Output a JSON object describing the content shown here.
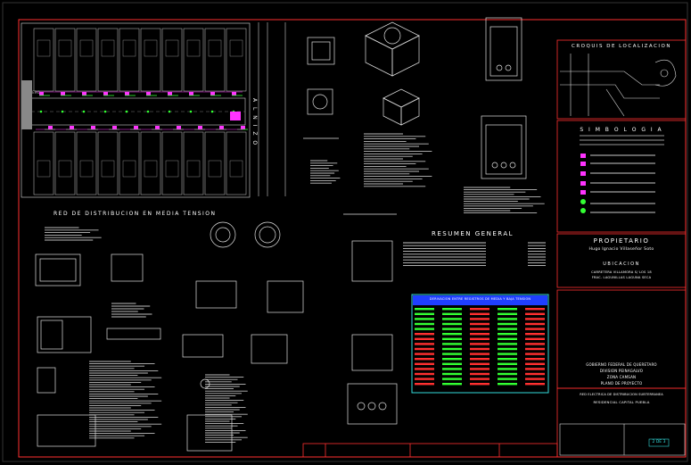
{
  "drawing": {
    "main_plan_title": "RED DE DISTRIBUCION EN MEDIA TENSION",
    "street_label": "A L N I Z O",
    "resumen_title": "RESUMEN GENERAL",
    "table_title": "DERIVACION ENTRE REGISTROS DE MEDIA Y BAJA TENSION"
  },
  "right_panel": {
    "croquis_title": "CROQUIS DE LOCALIZACION",
    "simbologia_title": "S I M B O L O G I A",
    "propietario_title": "PROPIETARIO",
    "propietario_name": "Hugo Ignacio Villaseñor Soto",
    "ubicacion_title": "UBICACION",
    "ubicacion_text_1": "CARRETERA VILLAMORA S/ LOS 18",
    "ubicacion_text_2": "FRAC. LAGUNILLAS LAGUNA SECA",
    "gobierno_1": "GOBIERNO FEDERAL DE QUERETARO",
    "gobierno_2": "DIVISION PEINAGALVO",
    "gobierno_3": "ZONA CAMSAN",
    "gobierno_4": "PLANO DE PROYECTO",
    "red_line": "RED ELECTRICA DE DISTRIBUCION SUBTERRANEA",
    "residencial": "RESIDENCIAL CAPITAL PUEBLA",
    "sheet_num": "2 DE 3"
  },
  "colors": {
    "background": "#000000",
    "linework": "#e8e8e8",
    "accent_magenta": "#ff33ff",
    "accent_green": "#33ff33",
    "frame_red": "#ff3030",
    "table_border": "#33dddd",
    "table_header": "#1f3fff"
  }
}
